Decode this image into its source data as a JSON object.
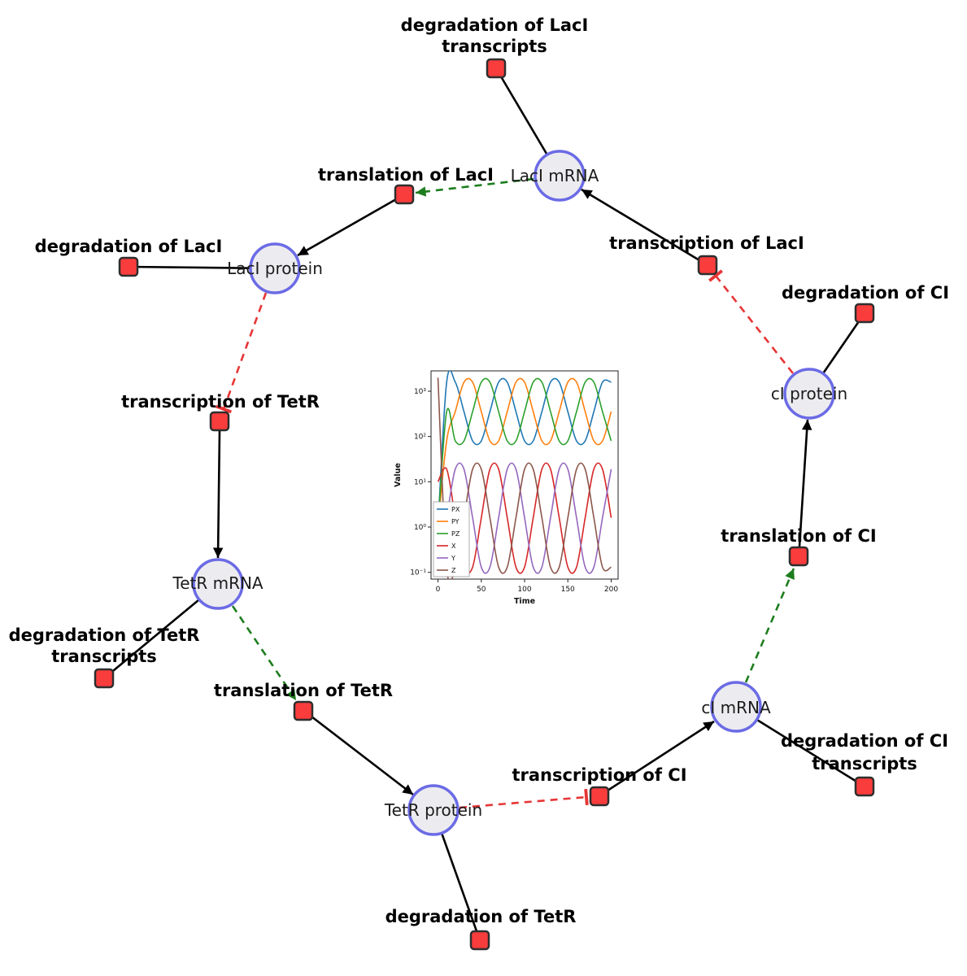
{
  "diagram": {
    "species": [
      {
        "id": "laci-mrna",
        "label": "LacI mRNA"
      },
      {
        "id": "laci-protein",
        "label": "LacI protein"
      },
      {
        "id": "tetr-mrna",
        "label": "TetR mRNA"
      },
      {
        "id": "tetr-protein",
        "label": "TetR protein"
      },
      {
        "id": "ci-mrna",
        "label": "cI mRNA"
      },
      {
        "id": "ci-protein",
        "label": "cI protein"
      }
    ],
    "reactions": [
      {
        "id": "degradation-of-laci-transcripts",
        "lines": [
          "degradation of LacI",
          "transcripts"
        ]
      },
      {
        "id": "translation-of-laci",
        "lines": [
          "translation of LacI"
        ]
      },
      {
        "id": "transcription-of-laci",
        "lines": [
          "transcription of LacI"
        ]
      },
      {
        "id": "degradation-of-laci",
        "lines": [
          "degradation of LacI"
        ]
      },
      {
        "id": "degradation-of-ci",
        "lines": [
          "degradation of CI"
        ]
      },
      {
        "id": "transcription-of-tetr",
        "lines": [
          "transcription of TetR"
        ]
      },
      {
        "id": "degradation-of-tetr-transcripts",
        "lines": [
          "degradation of TetR",
          "transcripts"
        ]
      },
      {
        "id": "translation-of-tetr",
        "lines": [
          "translation of TetR"
        ]
      },
      {
        "id": "translation-of-ci",
        "lines": [
          "translation of CI"
        ]
      },
      {
        "id": "transcription-of-ci",
        "lines": [
          "transcription of CI"
        ]
      },
      {
        "id": "degradation-of-ci-transcripts",
        "lines": [
          "degradation of CI",
          "transcripts"
        ]
      },
      {
        "id": "degradation-of-tetr",
        "lines": [
          "degradation of TetR"
        ]
      }
    ],
    "edge_colors": {
      "reaction": "#000000",
      "modifier": "#1e7d1e",
      "inhibition": "#e73535"
    },
    "node_colors": {
      "species_fill": "#ececf0",
      "species_stroke": "#6b6be6",
      "reaction_fill": "#f93c3c",
      "reaction_stroke": "#2e2e2e"
    }
  },
  "chart_data": {
    "type": "line",
    "title": "",
    "xlabel": "Time",
    "ylabel": "Value",
    "xlim": [
      0,
      200
    ],
    "yscale": "log",
    "ylim": [
      0.1,
      2000
    ],
    "grid": false,
    "legend_position": "lower left",
    "xticks": [
      0,
      50,
      100,
      150,
      200
    ],
    "ytick_labels": [
      "10³",
      "10²",
      "10¹",
      "10⁰",
      "10⁻¹"
    ],
    "x": [
      0,
      10,
      20,
      30,
      40,
      50,
      60,
      70,
      80,
      90,
      100,
      110,
      120,
      130,
      140,
      150,
      160,
      170,
      180,
      190,
      200
    ],
    "series": [
      {
        "name": "PX",
        "color": "#1f77b4",
        "values": [
          1,
          1585,
          1585,
          355,
          80,
          80,
          355,
          1585,
          1585,
          355,
          80,
          80,
          355,
          1585,
          1585,
          355,
          80,
          80,
          355,
          1585,
          1585
        ]
      },
      {
        "name": "PY",
        "color": "#ff7f0e",
        "values": [
          1,
          80,
          355,
          1585,
          1585,
          355,
          80,
          80,
          355,
          1585,
          1585,
          355,
          80,
          80,
          355,
          1585,
          1585,
          355,
          80,
          80,
          355
        ]
      },
      {
        "name": "PZ",
        "color": "#2ca02c",
        "values": [
          1,
          355,
          80,
          80,
          355,
          1585,
          1585,
          355,
          80,
          80,
          355,
          1585,
          1585,
          355,
          80,
          80,
          355,
          1585,
          1585,
          355,
          80
        ]
      },
      {
        "name": "X",
        "color": "#d62728",
        "values": [
          10,
          19,
          1.6,
          0.13,
          0.13,
          1.6,
          19,
          19,
          1.6,
          0.13,
          0.13,
          1.6,
          19,
          19,
          1.6,
          0.13,
          0.13,
          1.6,
          19,
          19,
          1.6
        ]
      },
      {
        "name": "Y",
        "color": "#9467bd",
        "values": [
          0.13,
          1.6,
          19,
          19,
          1.6,
          0.13,
          0.13,
          1.6,
          19,
          19,
          1.6,
          0.13,
          0.13,
          1.6,
          19,
          19,
          1.6,
          0.13,
          0.13,
          1.6,
          19
        ]
      },
      {
        "name": "Z",
        "color": "#8c564b",
        "values": [
          2000,
          0.13,
          0.13,
          1.6,
          19,
          19,
          1.6,
          0.13,
          0.13,
          1.6,
          19,
          19,
          1.6,
          0.13,
          0.13,
          1.6,
          19,
          19,
          1.6,
          0.13,
          0.13
        ]
      }
    ]
  }
}
